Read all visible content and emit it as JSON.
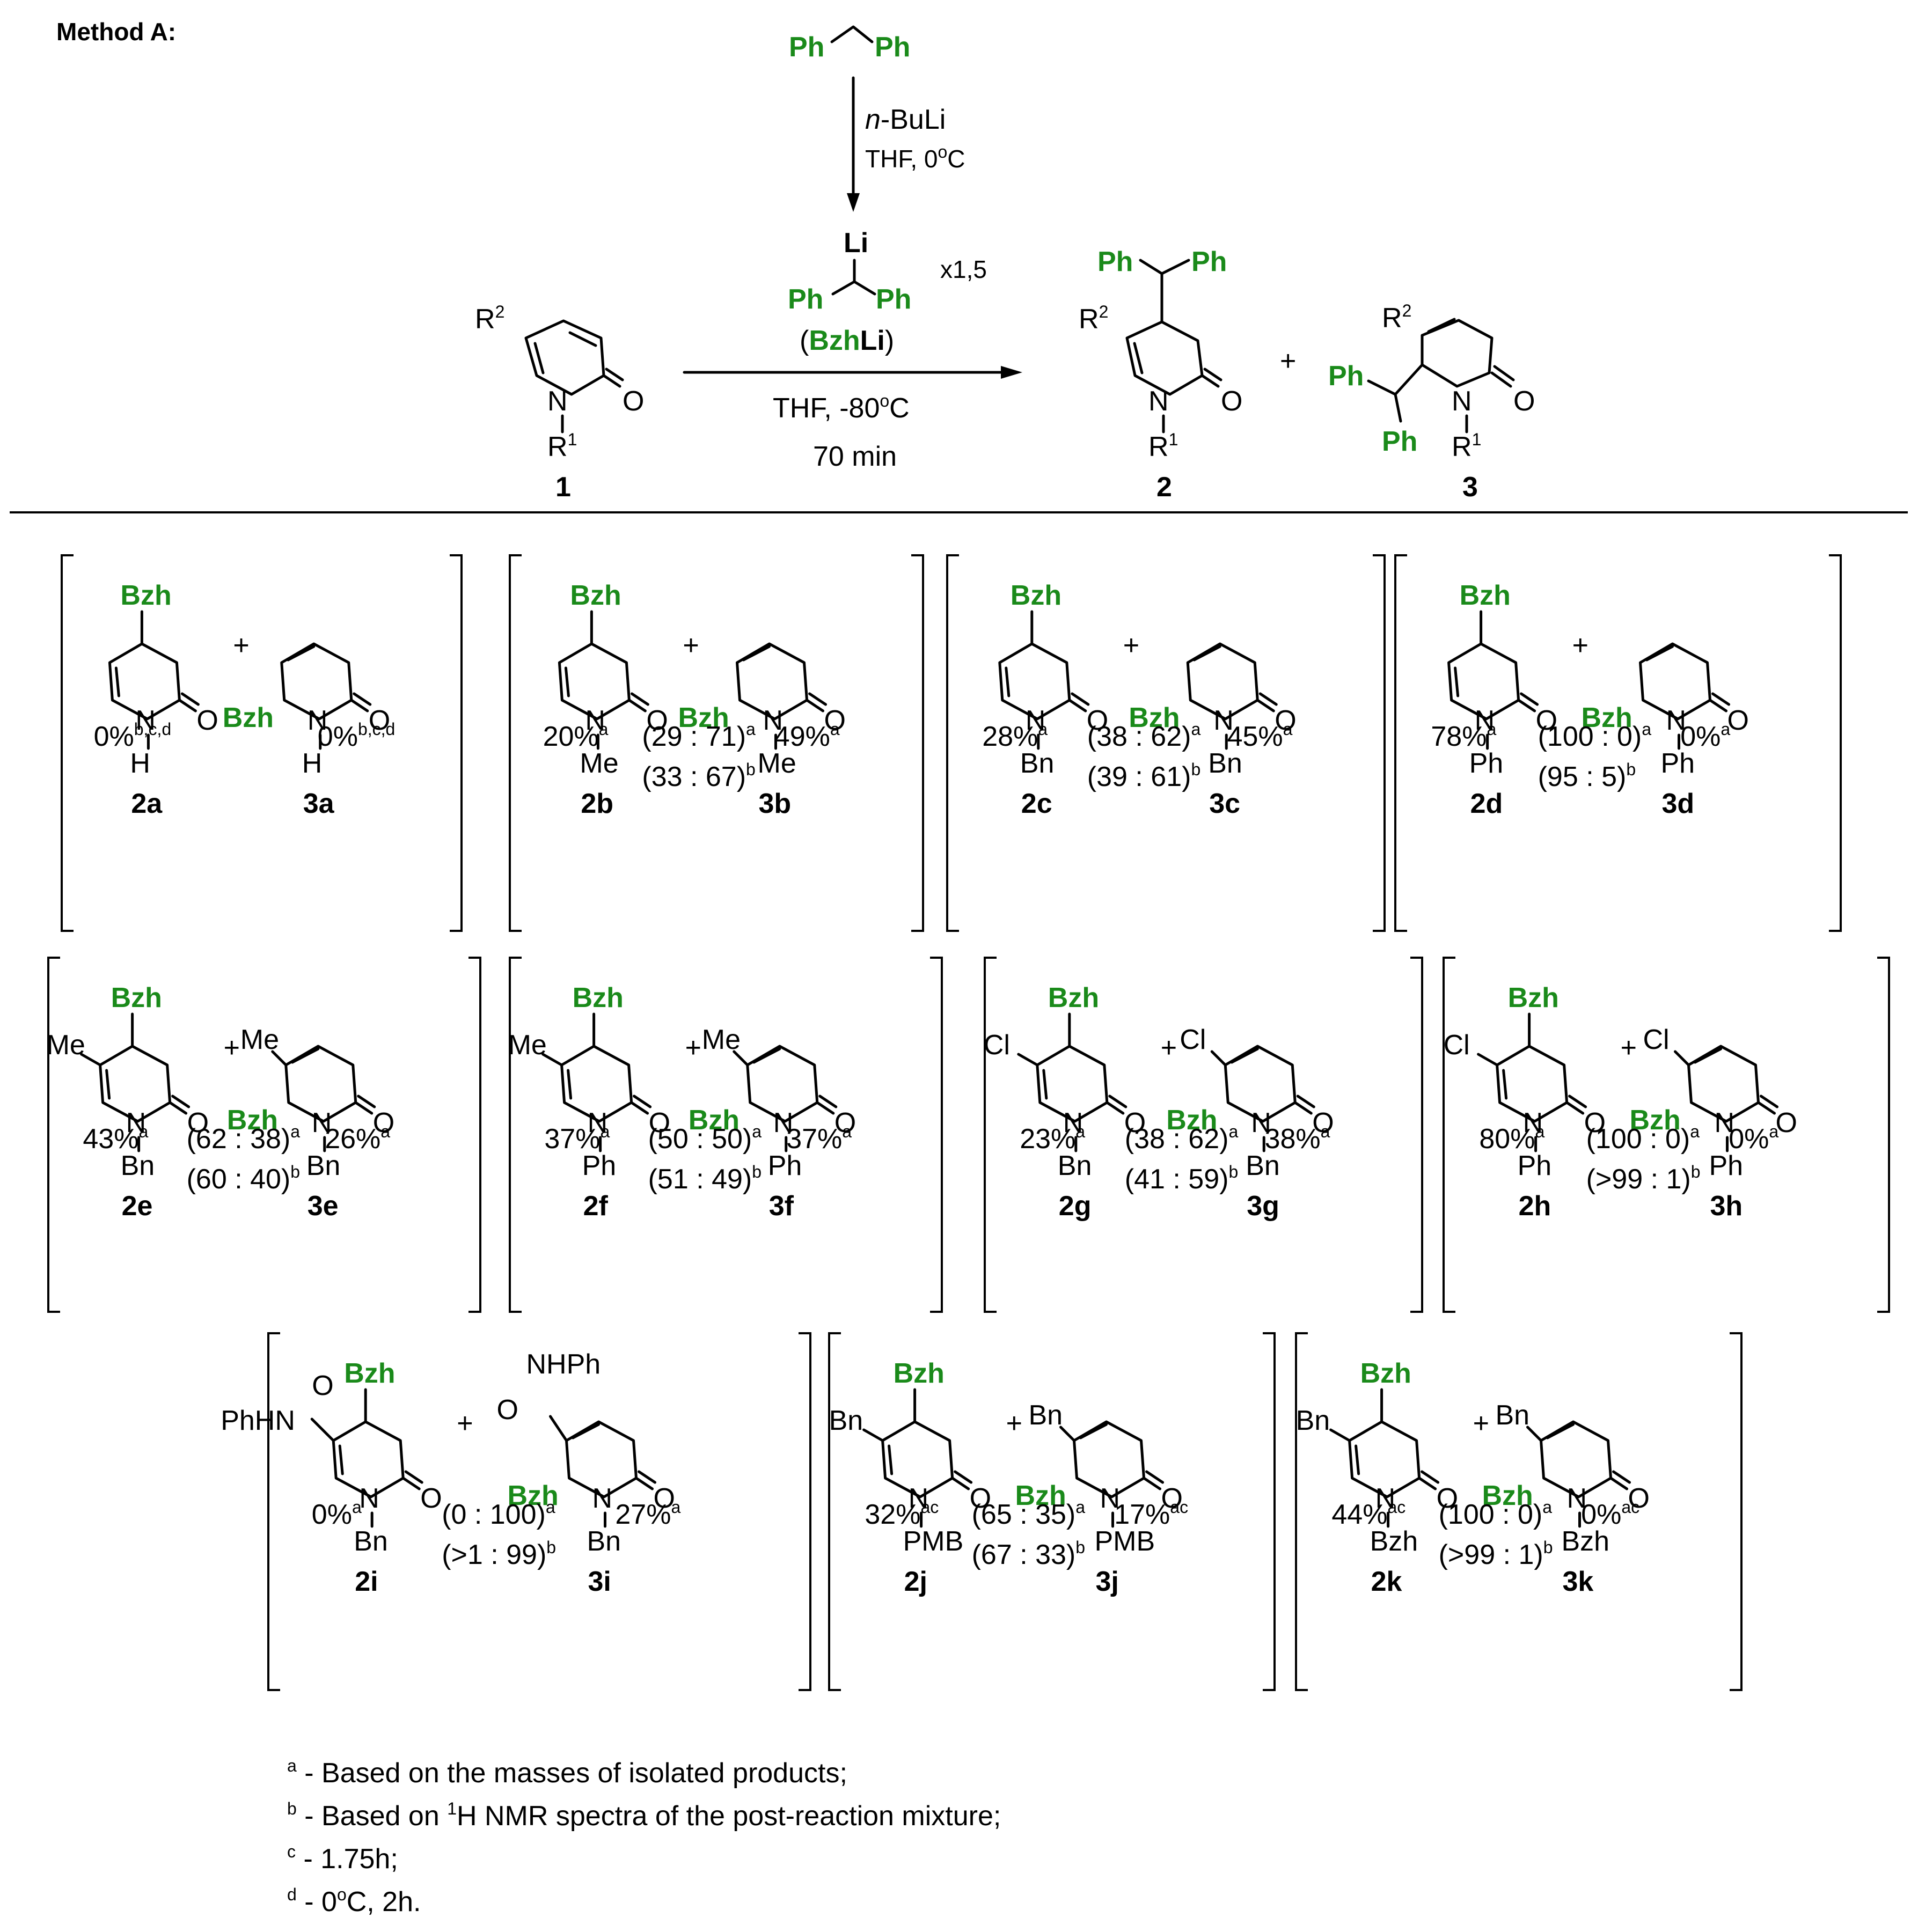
{
  "method_label": "Method A:",
  "reagents": {
    "top_left": "Ph",
    "top_right": "Ph",
    "arrow1_line1_italic": "n",
    "arrow1_line1_rest": "-BuLi",
    "arrow1_line2": "THF, 0",
    "arrow1_line2_sup": "o",
    "arrow1_line2_end": "C",
    "li_label": "Li",
    "bzhli_left": "Ph",
    "bzhli_right": "Ph",
    "bzhli_name_open": "(",
    "bzhli_name_bzh": "Bzh",
    "bzhli_name_li": "Li",
    "bzhli_name_close": ")",
    "equiv": "x1,5",
    "cond1": "THF, -80",
    "cond1_sup": "o",
    "cond1_end": "C",
    "cond2": "70 min",
    "plus": "+"
  },
  "scheme": {
    "sm_label": "1",
    "p2_label": "2",
    "p3_label": "3",
    "R1": "R",
    "R1_sup": "1",
    "R2": "R",
    "R2_sup": "2",
    "N": "N",
    "O": "O",
    "Ph": "Ph"
  },
  "entries": [
    {
      "id2": "2a",
      "id3": "3a",
      "N2sub": "H",
      "N3sub": "H",
      "r5": "",
      "y2": "0%",
      "y2sup": "b,c,d",
      "ratioA": "",
      "ratioAsup": "",
      "y3": "0%",
      "y3sup": "b,c,d",
      "ratioB": "",
      "ratioBsup": ""
    },
    {
      "id2": "2b",
      "id3": "3b",
      "N2sub": "Me",
      "N3sub": "Me",
      "r5": "",
      "y2": "20%",
      "y2sup": "a",
      "ratioA": "(29 : 71)",
      "ratioAsup": "a",
      "y3": "49%",
      "y3sup": "a",
      "ratioB": "(33 : 67)",
      "ratioBsup": "b"
    },
    {
      "id2": "2c",
      "id3": "3c",
      "N2sub": "Bn",
      "N3sub": "Bn",
      "r5": "",
      "y2": "28%",
      "y2sup": "a",
      "ratioA": "(38 : 62)",
      "ratioAsup": "a",
      "y3": "45%",
      "y3sup": "a",
      "ratioB": "(39 : 61)",
      "ratioBsup": "b"
    },
    {
      "id2": "2d",
      "id3": "3d",
      "N2sub": "Ph",
      "N3sub": "Ph",
      "r5": "",
      "y2": "78%",
      "y2sup": "a",
      "ratioA": "(100 : 0)",
      "ratioAsup": "a",
      "y3": "0%",
      "y3sup": "a",
      "ratioB": "(95 : 5)",
      "ratioBsup": "b"
    },
    {
      "id2": "2e",
      "id3": "3e",
      "N2sub": "Bn",
      "N3sub": "Bn",
      "r5": "Me",
      "y2": "43%",
      "y2sup": "a",
      "ratioA": "(62 : 38)",
      "ratioAsup": "a",
      "y3": "26%",
      "y3sup": "a",
      "ratioB": "(60 : 40)",
      "ratioBsup": "b"
    },
    {
      "id2": "2f",
      "id3": "3f",
      "N2sub": "Ph",
      "N3sub": "Ph",
      "r5": "Me",
      "y2": "37%",
      "y2sup": "a",
      "ratioA": "(50 : 50)",
      "ratioAsup": "a",
      "y3": "37%",
      "y3sup": "a",
      "ratioB": "(51 : 49)",
      "ratioBsup": "b"
    },
    {
      "id2": "2g",
      "id3": "3g",
      "N2sub": "Bn",
      "N3sub": "Bn",
      "r5": "Cl",
      "y2": "23%",
      "y2sup": "a",
      "ratioA": "(38 : 62)",
      "ratioAsup": "a",
      "y3": "38%",
      "y3sup": "a",
      "ratioB": "(41 : 59)",
      "ratioBsup": "b"
    },
    {
      "id2": "2h",
      "id3": "3h",
      "N2sub": "Ph",
      "N3sub": "Ph",
      "r5": "Cl",
      "y2": "80%",
      "y2sup": "a",
      "ratioA": "(100 : 0)",
      "ratioAsup": "a",
      "y3": "0%",
      "y3sup": "a",
      "ratioB": "(>99 : 1)",
      "ratioBsup": "b"
    },
    {
      "id2": "2i",
      "id3": "3i",
      "N2sub": "Bn",
      "N3sub": "Bn",
      "r5": "amide",
      "y2": "0%",
      "y2sup": "a",
      "ratioA": "(0 : 100)",
      "ratioAsup": "a",
      "y3": "27%",
      "y3sup": "a",
      "ratioB": "(>1 : 99)",
      "ratioBsup": "b"
    },
    {
      "id2": "2j",
      "id3": "3j",
      "N2sub": "PMB",
      "N3sub": "PMB",
      "r5": "Bn",
      "y2": "32%",
      "y2sup": "ac",
      "ratioA": "(65 : 35)",
      "ratioAsup": "a",
      "y3": "17%",
      "y3sup": "ac",
      "ratioB": "(67 : 33)",
      "ratioBsup": "b"
    },
    {
      "id2": "2k",
      "id3": "3k",
      "N2sub": "Bzh",
      "N3sub": "Bzh",
      "r5": "Bn",
      "y2": "44%",
      "y2sup": "ac",
      "ratioA": "(100 : 0)",
      "ratioAsup": "a",
      "y3": "0%",
      "y3sup": "ac",
      "ratioB": "(>99 : 1)",
      "ratioBsup": "b"
    }
  ],
  "labels": {
    "bzh": "Bzh",
    "plus": "+",
    "amide_nh": "PhHN",
    "amide_nhph": "NHPh",
    "amide_o": "O"
  },
  "footnotes": [
    {
      "mark": "a",
      "pre": " - Based on the masses of isolated products;",
      "sup": "",
      "post": ""
    },
    {
      "mark": "b",
      "pre": " - Based on ",
      "sup": "1",
      "post": "H NMR spectra of the post-reaction mixture;"
    },
    {
      "mark": "c",
      "pre": " - 1.75h;",
      "sup": "",
      "post": ""
    },
    {
      "mark": "d",
      "pre": " - 0",
      "sup": "o",
      "post": "C, 2h."
    }
  ],
  "colors": {
    "accent": "#1a8a1a",
    "text": "#000000"
  }
}
